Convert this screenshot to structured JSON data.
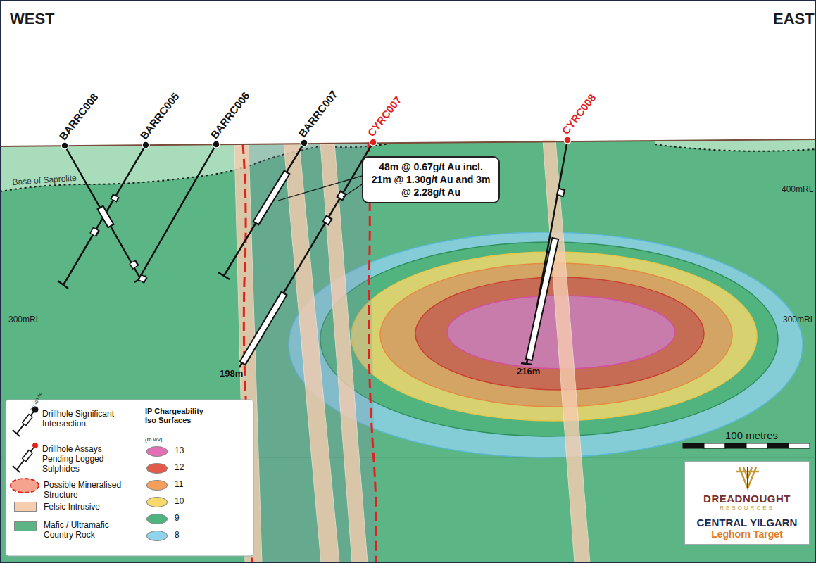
{
  "diagram": {
    "nodes": [
      {
        "text": [
          "48m @ 0.67g/t Au incl. 21m @ 1.30g/t Au and 3m @ 2.28g/t Au"
        ]
      },
      {
        "text": [
          "DREADNOUGHT",
          "RESOURCES",
          "CENTRAL YILGARN",
          "Leghorn Target"
        ]
      }
    ],
    "labels": [
      "WEST",
      "EAST",
      "BARRC008",
      "BARRC005",
      "BARRC006",
      "BARRC007",
      "CYRC007",
      "CYRC008",
      "Base of Saprolite",
      "400mRL",
      "300mRL",
      "300mRL",
      "198m",
      "216m",
      "100 metres",
      "IP Chargeability Iso Surfaces",
      "(m v/v)",
      "> 0.1g/t Au"
    ],
    "legend": [
      {
        "text": "Drillhole Significant Intersection"
      },
      {
        "text": "Drillhole Assays Pending Logged Sulphides"
      },
      {
        "text": "Possible Mineralised Structure"
      },
      {
        "text": "Felsic Intrusive",
        "color": "#f7cdb0"
      },
      {
        "text": "Mafic / Ultramafic Country Rock",
        "color": "#5cb585"
      },
      {
        "text": "13",
        "color": "#e46fb5"
      },
      {
        "text": "12",
        "color": "#e15a4a"
      },
      {
        "text": "11",
        "color": "#f3a05c"
      },
      {
        "text": "10",
        "color": "#f7d86a"
      },
      {
        "text": "9",
        "color": "#4fb47e"
      },
      {
        "text": "8",
        "color": "#8fd4ec"
      }
    ]
  }
}
